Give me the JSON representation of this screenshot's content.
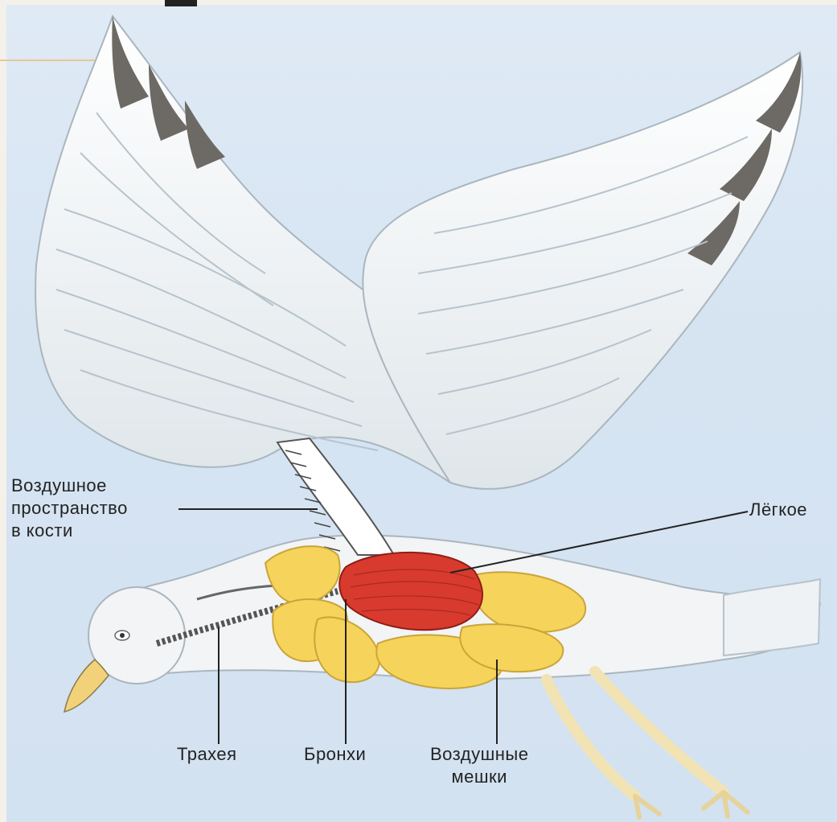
{
  "labels": {
    "air_space_in_bone": [
      "Воздушное",
      "пространство",
      "в кости"
    ],
    "lung": "Лёгкое",
    "trachea": "Трахея",
    "bronchi": "Бронхи",
    "air_sacs": [
      "Воздушные",
      "мешки"
    ]
  },
  "colors": {
    "background": "#d6e4f2",
    "feather": "#f2f4f5",
    "feather_edge": "#b7c3cc",
    "wingtip": "#6d6a66",
    "lung": "#d93a2e",
    "air_sac": "#f6d35a",
    "leg": "#f1e3b4"
  }
}
